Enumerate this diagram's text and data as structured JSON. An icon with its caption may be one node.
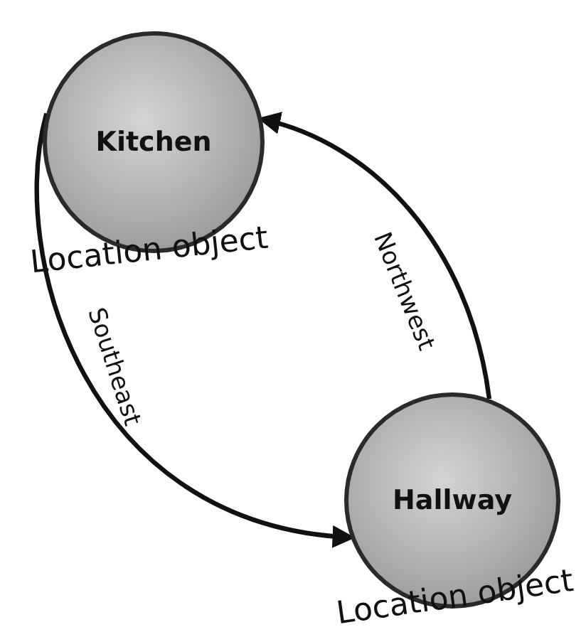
{
  "diagram": {
    "nodes": [
      {
        "text": [
          "Kitchen",
          "Location object"
        ]
      },
      {
        "text": [
          "Hallway",
          "Location object"
        ]
      }
    ],
    "edges": [
      {
        "from": 0,
        "to": 1,
        "arrow": "to",
        "label": "Southeast"
      },
      {
        "from": 1,
        "to": 0,
        "arrow": "to",
        "label": "Northwest"
      }
    ]
  }
}
